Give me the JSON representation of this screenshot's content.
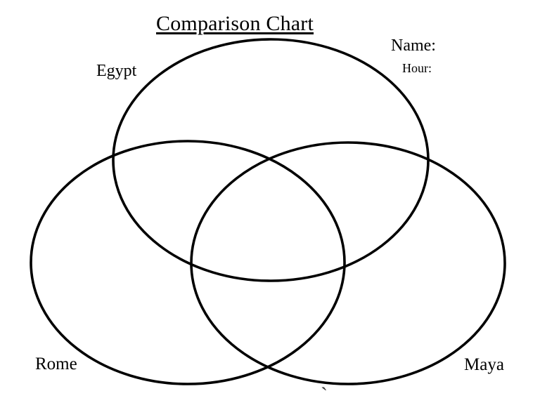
{
  "page_title": "Comparison Chart",
  "header": {
    "name_label": "Name:",
    "hour_label": "Hour:"
  },
  "diagram": {
    "type": "venn-3-ellipse",
    "sets": [
      {
        "label": "Egypt",
        "position": "top"
      },
      {
        "label": "Rome",
        "position": "bottom-left"
      },
      {
        "label": "Maya",
        "position": "bottom-right"
      }
    ],
    "stray_mark": "`"
  },
  "colors": {
    "stroke": "#000000",
    "background": "#ffffff"
  }
}
